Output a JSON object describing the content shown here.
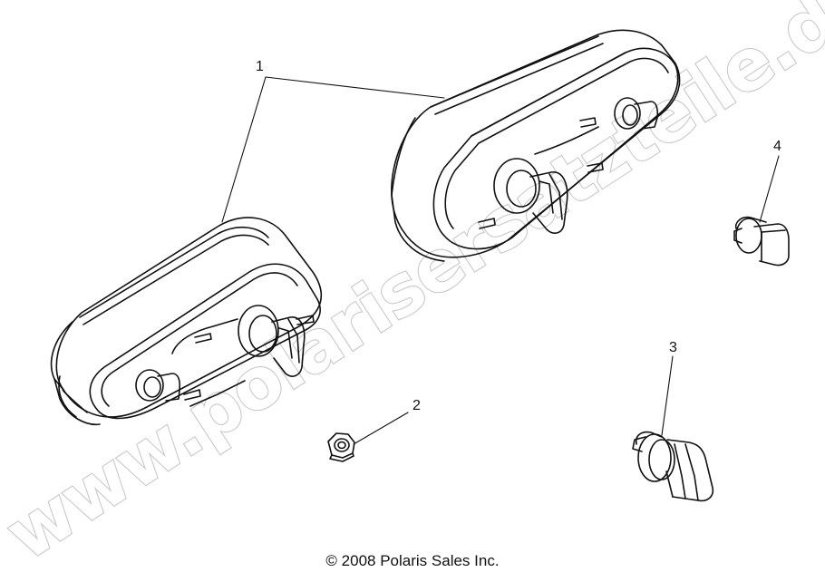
{
  "callouts": [
    {
      "id": "1",
      "label": "1"
    },
    {
      "id": "2",
      "label": "2"
    },
    {
      "id": "3",
      "label": "3"
    },
    {
      "id": "4",
      "label": "4"
    }
  ],
  "watermark": "www.polarisersatzteile.de",
  "copyright": "© 2008 Polaris Sales Inc.",
  "colors": {
    "line": "#111111",
    "watermark_outline": "#c9c9c9",
    "background": "#ffffff"
  }
}
